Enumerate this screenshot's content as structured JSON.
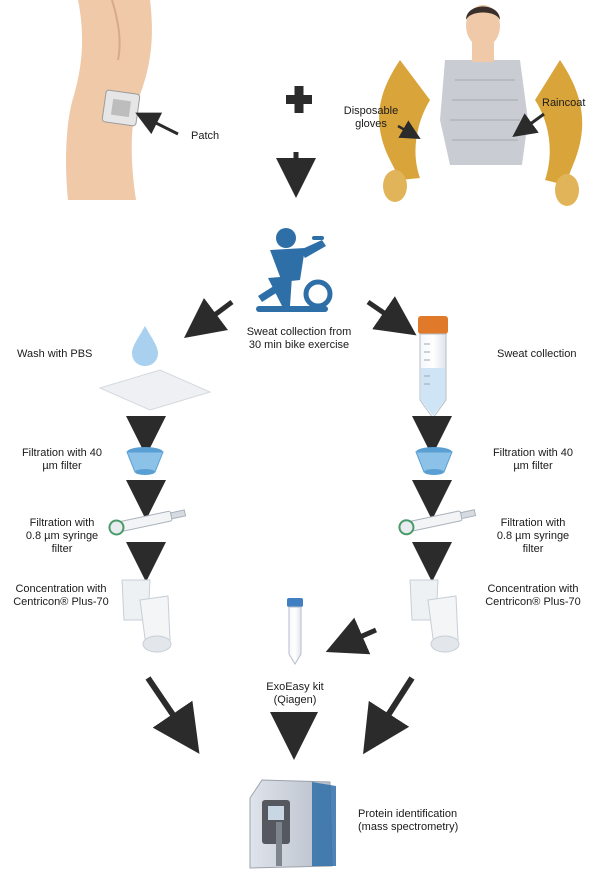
{
  "labels": {
    "patch": "Patch",
    "disposable_gloves": [
      "Disposable",
      "gloves"
    ],
    "raincoat": "Raincoat",
    "bike_caption": [
      "Sweat collection from",
      "30 min bike exercise"
    ],
    "wash_with_pbs": "Wash with PBS",
    "sweat_collection": "Sweat collection",
    "filtration_40_left": [
      "Filtration with 40",
      "µm filter"
    ],
    "filtration_40_right": [
      "Filtration with 40",
      "µm filter"
    ],
    "filtration_syringe_left": [
      "Filtration  with",
      "0.8 µm  syringe",
      "filter"
    ],
    "filtration_syringe_right": [
      "Filtration with",
      "0.8 µm  syringe",
      "filter"
    ],
    "concentration_left": [
      "Concentration with",
      "Centricon® Plus-70"
    ],
    "concentration_right": [
      "Concentration with",
      "Centricon® Plus-70"
    ],
    "exoeasy": [
      "ExoEasy kit",
      "(Qiagen)"
    ],
    "protein_id": [
      "Protein identification",
      "(mass spectrometry)"
    ]
  },
  "colors": {
    "arrow": "#2b2b2b",
    "skin": "#efc9a8",
    "raincoat_sleeve": "#d9a53a",
    "raincoat_body": "#c9ccd2",
    "bike_icon": "#2f6fa8",
    "tube_cap": "#e07a2a",
    "tube_liquid": "#cfe5f5",
    "filter_cup": "#5a9fd4",
    "drop": "#a9d1ef"
  }
}
